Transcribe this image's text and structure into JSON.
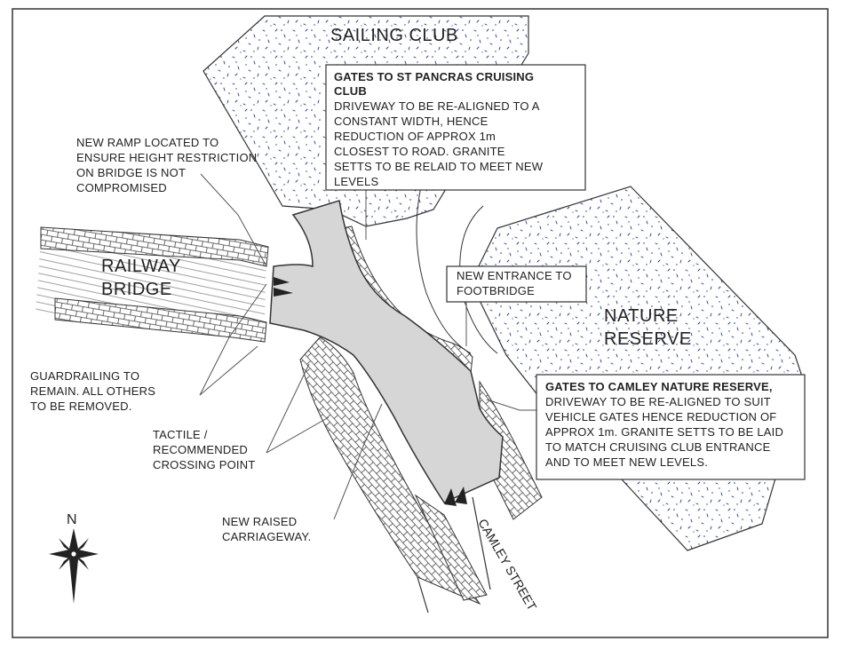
{
  "labels": {
    "sailing_club": "SAILING CLUB",
    "railway_bridge": [
      "RAILWAY",
      "BRIDGE"
    ],
    "nature_reserve": [
      "NATURE",
      "RESERVE"
    ],
    "camley_street": "CAMLEY STREET",
    "north": "N"
  },
  "callouts": {
    "st_pancras_gates": {
      "title": [
        "GATES TO ST PANCRAS CRUISING",
        "CLUB"
      ],
      "body": [
        "DRIVEWAY TO BE RE-ALIGNED TO A",
        "CONSTANT WIDTH, HENCE",
        "REDUCTION OF APPROX 1m",
        "CLOSEST TO ROAD.  GRANITE",
        "SETTS TO BE RELAID TO MEET NEW",
        "LEVELS"
      ]
    },
    "new_ramp": [
      "NEW RAMP LOCATED TO",
      "ENSURE HEIGHT RESTRICTION",
      "ON BRIDGE IS NOT",
      "COMPROMISED"
    ],
    "new_entrance": [
      "NEW ENTRANCE TO",
      "FOOTBRIDGE"
    ],
    "camley_gates": {
      "title": "GATES TO CAMLEY NATURE RESERVE,",
      "body": [
        "DRIVEWAY TO BE RE-ALIGNED TO SUIT",
        "VEHICLE GATES HENCE REDUCTION OF",
        "APPROX 1m.  GRANITE SETTS TO BE LAID",
        "TO MATCH CRUISING CLUB ENTRANCE",
        "AND TO MEET NEW LEVELS."
      ]
    },
    "guardrailing": [
      "GUARDRAILING TO",
      "REMAIN.  ALL OTHERS",
      "TO BE REMOVED."
    ],
    "tactile": [
      "TACTILE /",
      "RECOMMENDED",
      "CROSSING POINT"
    ],
    "raised_carriageway": [
      "NEW RAISED",
      "CARRIAGEWAY."
    ]
  },
  "colors": {
    "outline": "#333333",
    "road_fill": "#d6d6d6",
    "speckle": "#1e3b8a",
    "brick_fill": "#ffffff",
    "hatch": "#8a8a8a"
  }
}
